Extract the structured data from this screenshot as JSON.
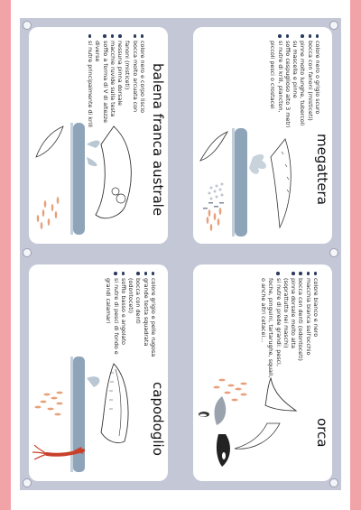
{
  "cards": {
    "megattera": {
      "title": "megattera",
      "facts": [
        "colore nero o grigio scuro",
        "bocca con fanoni (misticeti)",
        "pinne molto lunghe, tubercoli su mascella e pinne",
        "soffio cespuglioso alto 3 metri",
        "si nutre di krill, plancton, piccoli pesci o crostacei"
      ]
    },
    "orca": {
      "title": "orca",
      "facts": [
        "colore bianco e nero",
        "macchia bianca sull'occhio",
        "bocca con denti (odontoceti)",
        "pinna dorsale molto alta (soprattutto nei maschi)",
        "si nutre di prede grandi: pesci, foche, pinguini, tartarughe, squali, o anche altri cetacei..."
      ]
    },
    "balena": {
      "title": "balena franca australe",
      "facts": [
        "colore nero e corpo liscio",
        "bocca molto arcuata con fanoni (misticeti)",
        "nessuna pinna dorsale",
        "macchie ruvide sulla testa",
        "soffio a forma di V di altezze diverse",
        "si nutre principalmente di krill"
      ]
    },
    "capodoglio": {
      "title": "capodoglio",
      "facts": [
        "colore grigio e pelle rugosa",
        "grande testa squadrata",
        "bocca con denti (odontoceti)",
        "soffio basso e angolato",
        "si nutre di pesci di fondo e grandi calamari"
      ]
    }
  },
  "colors": {
    "stripe": "#f2a3a8",
    "sheet": "#c3c7d6",
    "whale_blue": "#8ea4b8",
    "krill": "#e8a07a",
    "squid": "#c8402a"
  }
}
